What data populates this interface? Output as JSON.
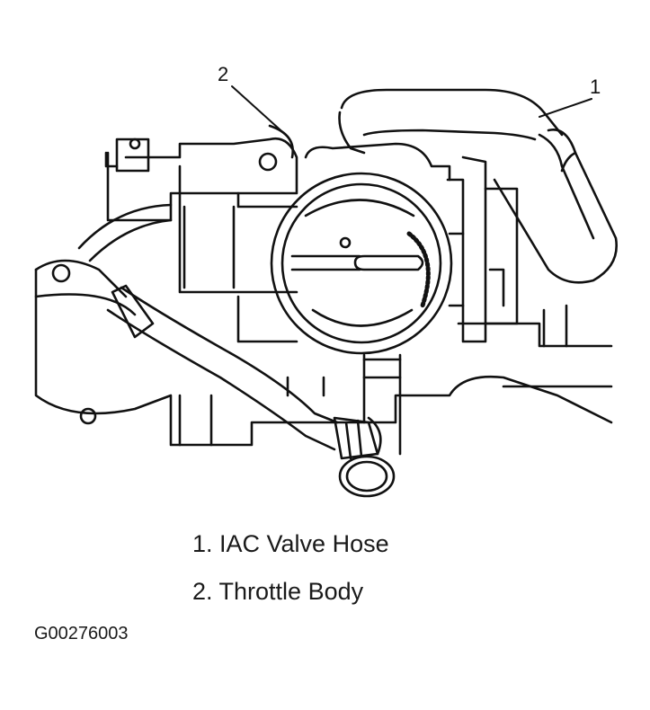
{
  "diagram": {
    "callouts": [
      {
        "number": "1",
        "target": "IAC Valve Hose"
      },
      {
        "number": "2",
        "target": "Throttle Body"
      }
    ],
    "legend": [
      "1. IAC Valve Hose",
      "2. Throttle Body"
    ],
    "figure_id": "G00276003"
  },
  "colors": {
    "ink": "#111111",
    "background": "#ffffff"
  }
}
